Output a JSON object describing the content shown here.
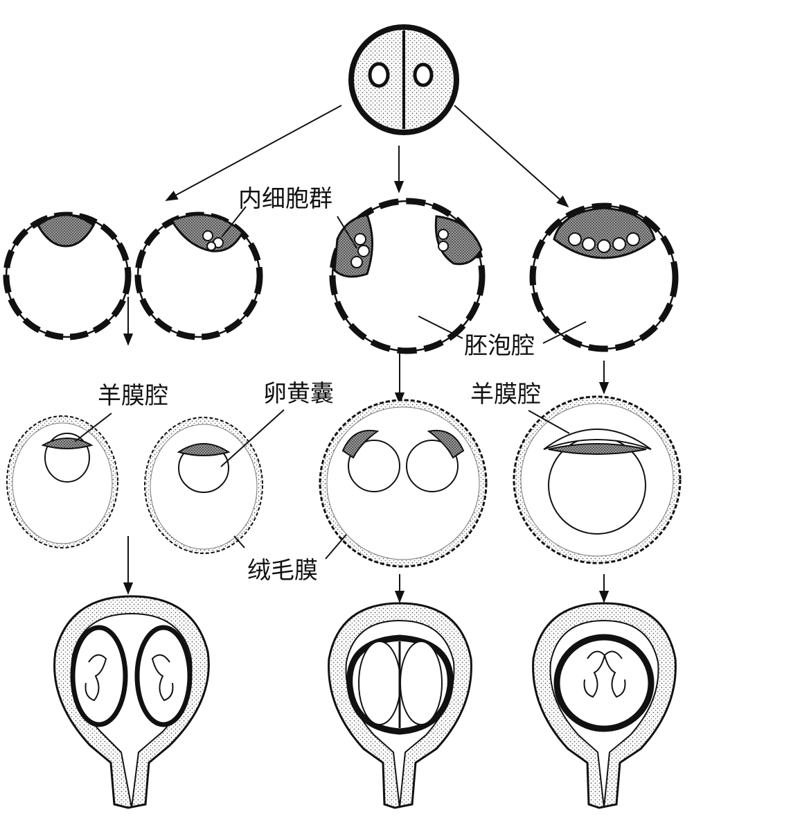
{
  "labels": {
    "inner_cell_mass": "内细胞群",
    "blastocoel": "胚泡腔",
    "amniotic_cavity_left": "羊膜腔",
    "yolk_sac": "卵黄囊",
    "amniotic_cavity_right": "羊膜腔",
    "chorion": "绒毛膜"
  },
  "colors": {
    "ink": "#111111",
    "stipple": "#b8b8b8",
    "background": "#ffffff"
  }
}
